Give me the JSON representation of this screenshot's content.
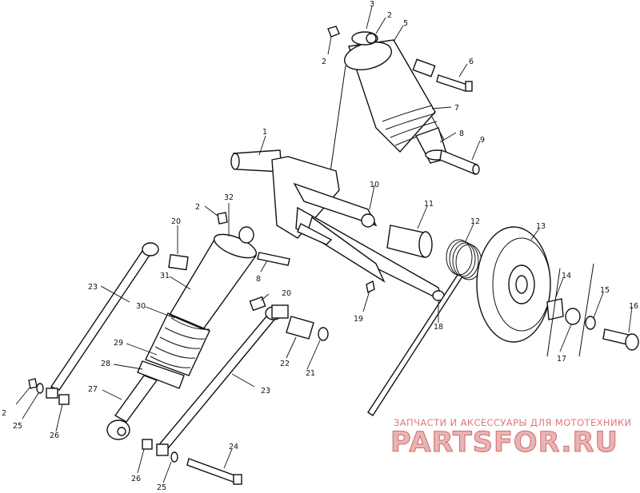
{
  "callouts": [
    {
      "id": "c1",
      "label": "1"
    },
    {
      "id": "c2a",
      "label": "2"
    },
    {
      "id": "c2b",
      "label": "2"
    },
    {
      "id": "c2c",
      "label": "2"
    },
    {
      "id": "c2d",
      "label": "2"
    },
    {
      "id": "c3",
      "label": "3"
    },
    {
      "id": "c5",
      "label": "5"
    },
    {
      "id": "c6",
      "label": "6"
    },
    {
      "id": "c7",
      "label": "7"
    },
    {
      "id": "c8a",
      "label": "8"
    },
    {
      "id": "c8b",
      "label": "8"
    },
    {
      "id": "c9",
      "label": "9"
    },
    {
      "id": "c10",
      "label": "10"
    },
    {
      "id": "c11",
      "label": "11"
    },
    {
      "id": "c12",
      "label": "12"
    },
    {
      "id": "c13",
      "label": "13"
    },
    {
      "id": "c14",
      "label": "14"
    },
    {
      "id": "c15",
      "label": "15"
    },
    {
      "id": "c16",
      "label": "16"
    },
    {
      "id": "c17",
      "label": "17"
    },
    {
      "id": "c18",
      "label": "18"
    },
    {
      "id": "c19",
      "label": "19"
    },
    {
      "id": "c20a",
      "label": "20"
    },
    {
      "id": "c20b",
      "label": "20"
    },
    {
      "id": "c21",
      "label": "21"
    },
    {
      "id": "c22",
      "label": "22"
    },
    {
      "id": "c23a",
      "label": "23"
    },
    {
      "id": "c23b",
      "label": "23"
    },
    {
      "id": "c24",
      "label": "24"
    },
    {
      "id": "c25a",
      "label": "25"
    },
    {
      "id": "c25b",
      "label": "25"
    },
    {
      "id": "c26a",
      "label": "26"
    },
    {
      "id": "c26b",
      "label": "26"
    },
    {
      "id": "c27",
      "label": "27"
    },
    {
      "id": "c28",
      "label": "28"
    },
    {
      "id": "c29",
      "label": "29"
    },
    {
      "id": "c30",
      "label": "30"
    },
    {
      "id": "c31",
      "label": "31"
    },
    {
      "id": "c32",
      "label": "32"
    }
  ],
  "watermark": {
    "tagline": "ЗАПЧАСТИ И АКСЕССУАРЫ ДЛЯ МОТОТЕХНИКИ",
    "logo": "PARTSFOR.RU",
    "colors": {
      "text": "#e07878",
      "logo_fill": "#e8b4b4",
      "logo_stroke": "#d46a6a"
    }
  }
}
